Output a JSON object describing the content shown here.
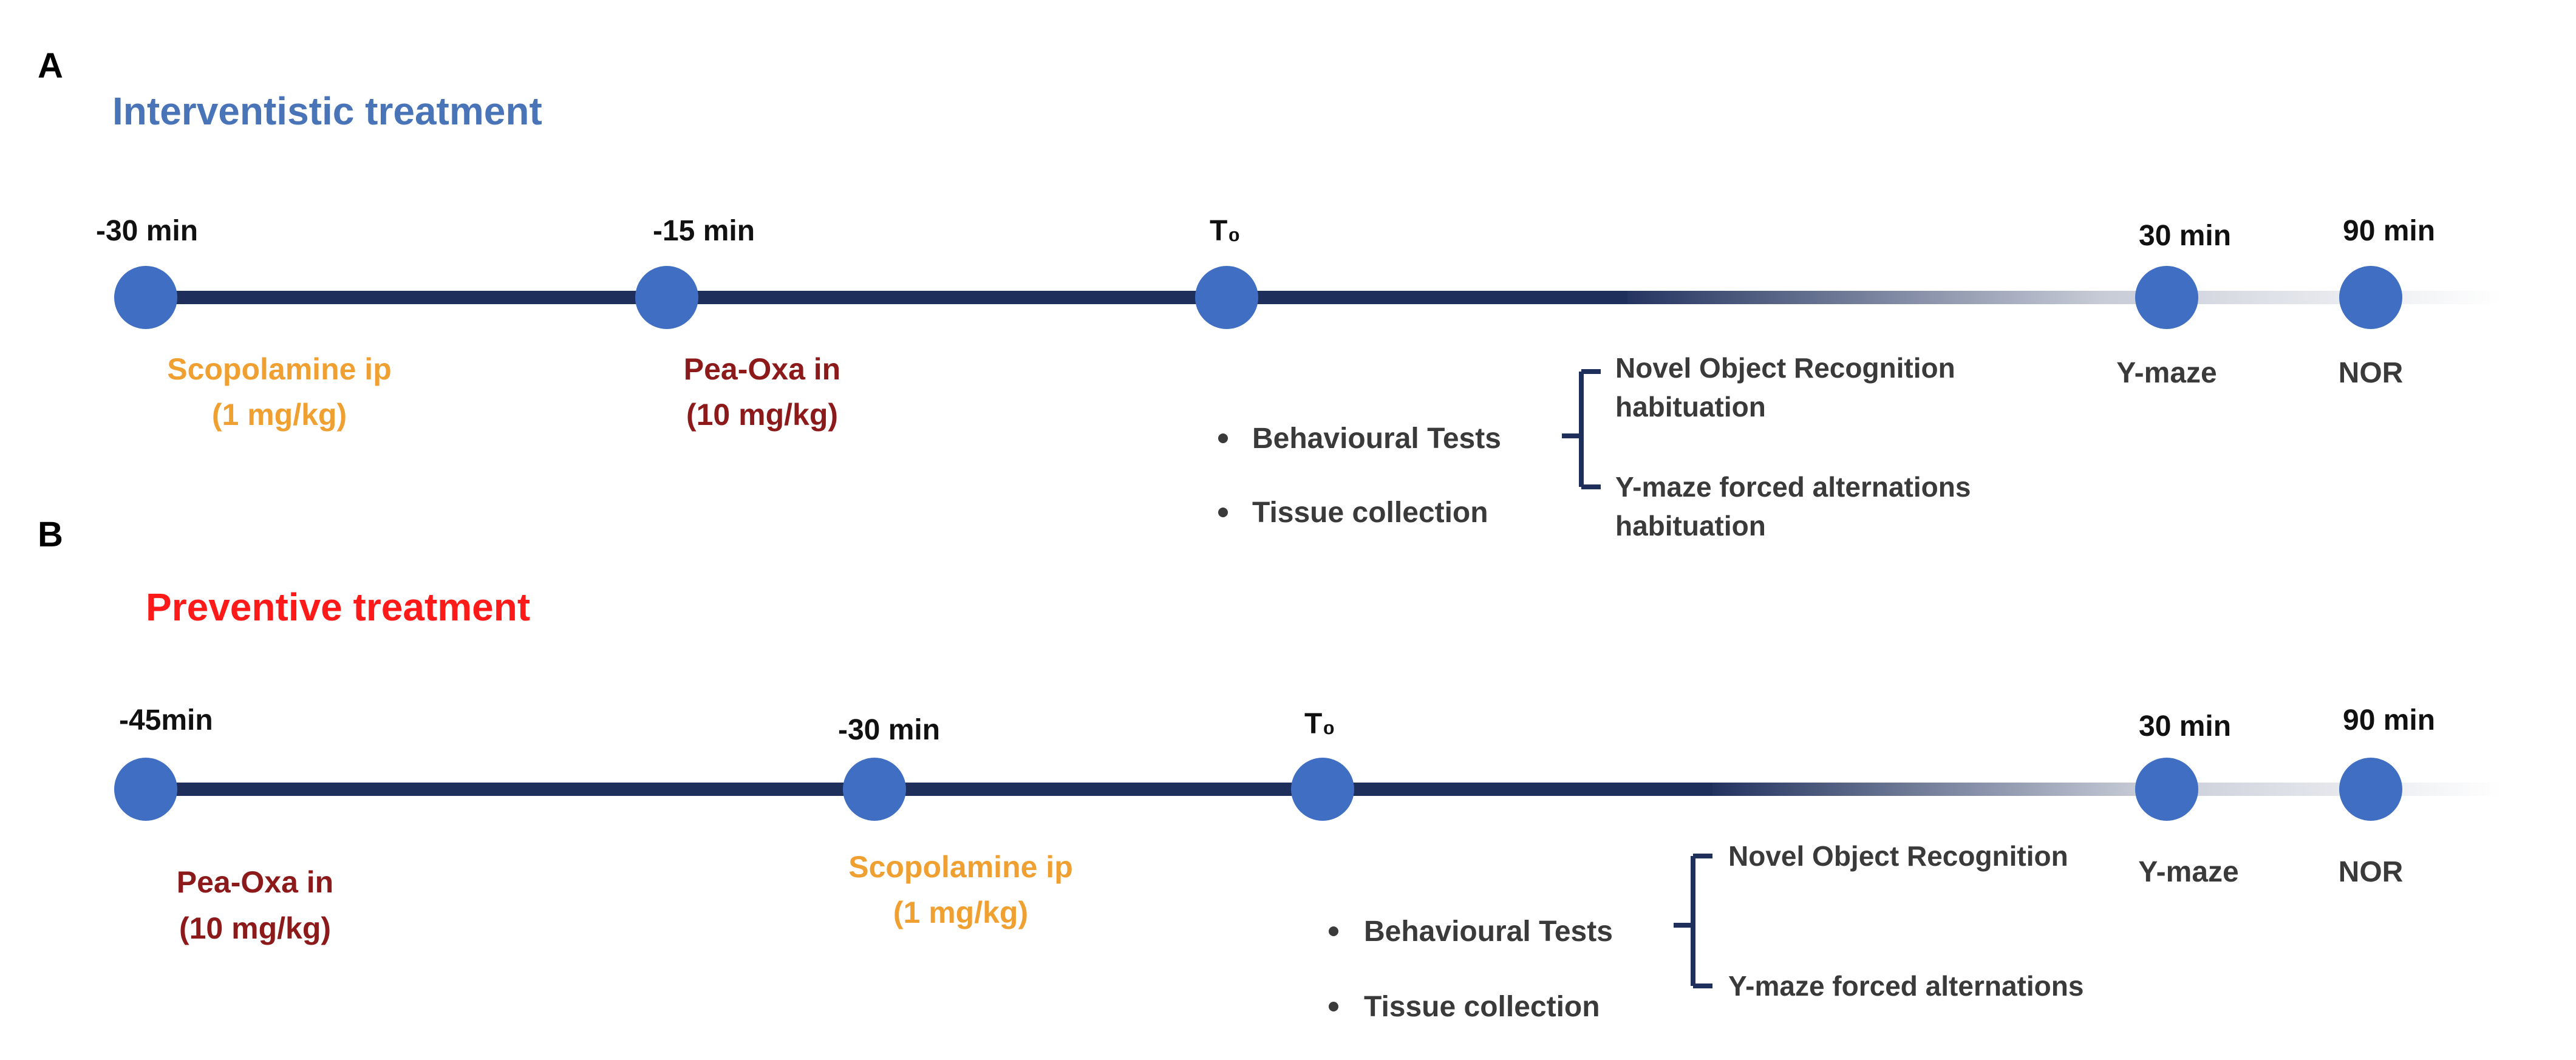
{
  "colors": {
    "line": "#1e2f5c",
    "node": "#3f6ec3",
    "title_a": "#4a74b8",
    "title_b": "#ff1a1a",
    "scopolamine": "#f0a030",
    "pea_oxa": "#8c1a1a",
    "text": "#3a3a3a",
    "bracket": "#1e2f5c"
  },
  "panels": [
    {
      "letter": "A",
      "title": "Interventistic treatment",
      "nodes": [
        {
          "label": "-30 min"
        },
        {
          "label": "-15 min"
        },
        {
          "label": "T₀"
        },
        {
          "label": "30 min"
        },
        {
          "label": "90 min"
        }
      ],
      "treatments": [
        {
          "name": "Scopolamine ip",
          "dose": "(1 mg/kg)",
          "kind": "scopolamine"
        },
        {
          "name": "Pea-Oxa in",
          "dose": "(10 mg/kg)",
          "kind": "pea_oxa"
        }
      ],
      "bullets": [
        "Behavioural Tests",
        "Tissue collection"
      ],
      "sub_items": [
        [
          "Novel Object Recognition",
          "habituation"
        ],
        [
          "Y-maze forced alternations",
          "habituation"
        ]
      ],
      "end_labels": [
        "Y-maze",
        "NOR"
      ]
    },
    {
      "letter": "B",
      "title": "Preventive treatment",
      "nodes": [
        {
          "label": "-45min"
        },
        {
          "label": "-30 min"
        },
        {
          "label": "T₀"
        },
        {
          "label": "30 min"
        },
        {
          "label": "90 min"
        }
      ],
      "treatments": [
        {
          "name": "Pea-Oxa in",
          "dose": "(10 mg/kg)",
          "kind": "pea_oxa"
        },
        {
          "name": "Scopolamine ip",
          "dose": "(1 mg/kg)",
          "kind": "scopolamine"
        }
      ],
      "bullets": [
        "Behavioural Tests",
        "Tissue collection"
      ],
      "sub_items": [
        [
          "Novel Object Recognition"
        ],
        [
          "Y-maze forced alternations"
        ]
      ],
      "end_labels": [
        "Y-maze",
        "NOR"
      ]
    }
  ]
}
